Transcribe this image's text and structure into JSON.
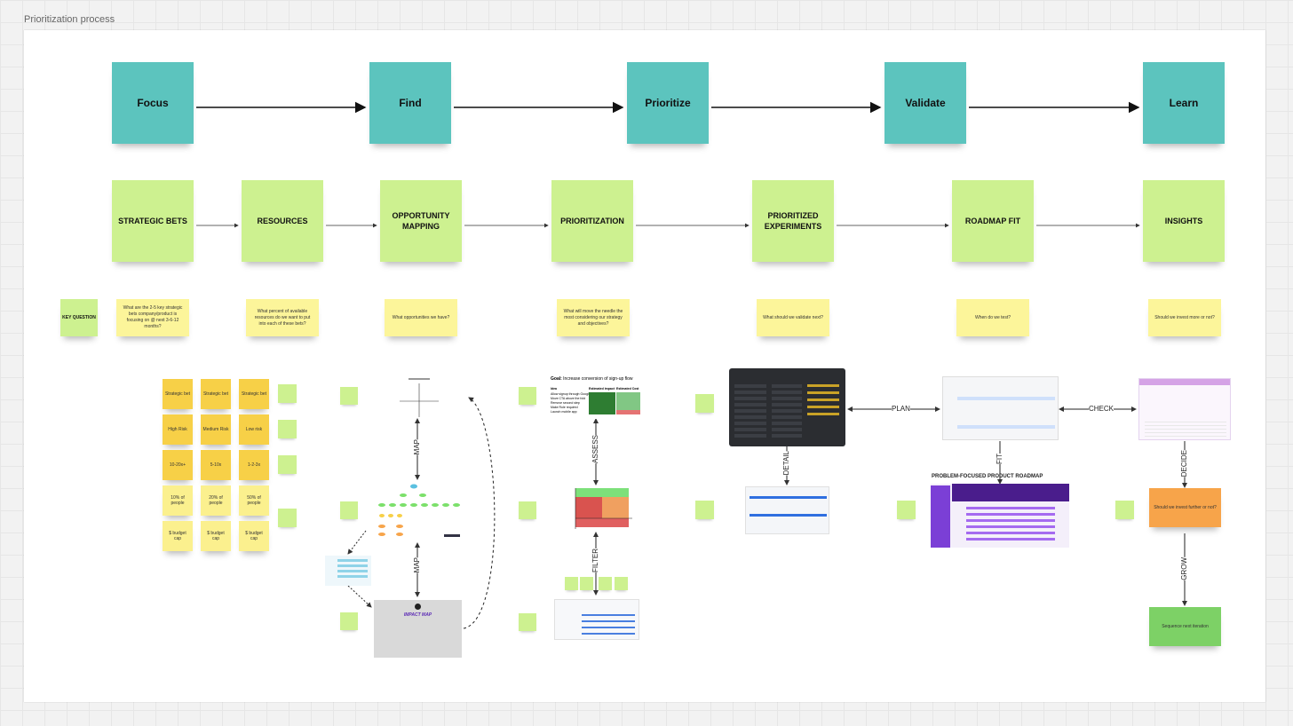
{
  "frame_title": "Prioritization process",
  "phases": [
    "Focus",
    "Find",
    "Prioritize",
    "Validate",
    "Learn"
  ],
  "steps": [
    "STRATEGIC BETS",
    "RESOURCES",
    "OPPORTUNITY MAPPING",
    "PRIORITIZATION",
    "PRIORITIZED EXPERIMENTS",
    "ROADMAP FIT",
    "INSIGHTS"
  ],
  "key_question_label": "KEY QUESTION",
  "questions": [
    "What are the 2-5 key strategic bets company/product is focusing on @ next 3-6-12 months?",
    "What percent of available resources do we want to put into each of these bets?",
    "What opportunities we have?",
    "What will move the needle the most considering our strategy and objectives?",
    "What should we validate next?",
    "When do we test?",
    "Should we invest more or not?"
  ],
  "bets_grid": {
    "row1": [
      "Strategic bet",
      "Strategic bet",
      "Strategic bet"
    ],
    "row2": [
      "High Risk",
      "Medium Risk",
      "Low risk"
    ],
    "row3": [
      "10-20x+",
      "5-10x",
      "1-2-3x"
    ],
    "row4": [
      "10% of people",
      "20% of people",
      "50% of people"
    ],
    "row5": [
      "$ budget cap",
      "$ budget cap",
      "$ budget cap"
    ]
  },
  "connector_labels": {
    "map1": "MAP",
    "map2": "MAP",
    "assess": "ASSESS",
    "filter": "FILTER",
    "detail": "DETAIL",
    "plan": "PLAN",
    "fit": "FIT",
    "check": "CHECK",
    "decide": "DECIDE",
    "grow": "GROW"
  },
  "goal_card": {
    "goal_prefix": "Goal:",
    "goal_text": "Increase conversion of sign-up flow",
    "col1": "Idea",
    "col2": "Estimated impact",
    "col3": "Estimated Cost",
    "ideas": [
      "Allow signup through Google",
      "Move CTA above the fold",
      "Remove second step",
      "Make Role required",
      "Launch mobile app"
    ]
  },
  "roadmap_title": "PROBLEM-FOCUSED PRODUCT ROADMAP",
  "impact_map_title": "IMPACT MAP",
  "decide_note": "Should we invest further or not?",
  "grow_note": "Sequence next iteration",
  "colors": {
    "teal": "#5cc4be",
    "lime": "#cdf190",
    "yellow": "#fcf59a",
    "gold": "#f7d047",
    "orange": "#f7a44a",
    "green": "#7dd166"
  }
}
